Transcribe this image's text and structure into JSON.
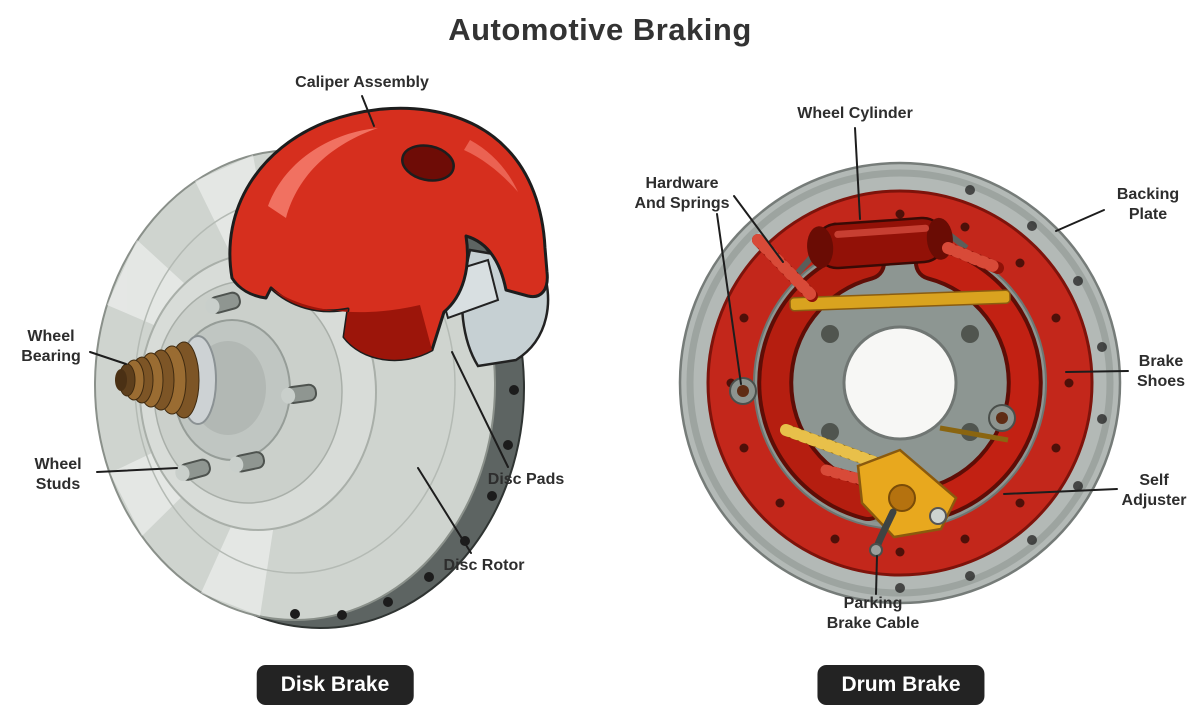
{
  "title": "Automotive Braking",
  "disk_brake": {
    "badge": "Disk Brake",
    "labels": {
      "caliper_assembly": "Caliper Assembly",
      "wheel_bearing": "Wheel\nBearing",
      "wheel_studs": "Wheel\nStuds",
      "disc_pads": "Disc Pads",
      "disc_rotor": "Disc Rotor"
    }
  },
  "drum_brake": {
    "badge": "Drum Brake",
    "labels": {
      "wheel_cylinder": "Wheel Cylinder",
      "hardware_and_springs": "Hardware\nAnd Springs",
      "backing_plate": "Backing\nPlate",
      "brake_shoes": "Brake\nShoes",
      "self_adjuster": "Self\nAdjuster",
      "parking_brake_cable": "Parking\nBrake Cable"
    }
  },
  "colors": {
    "caliper_red": "#d62f1e",
    "drum_red": "#c3271b",
    "shoe_red": "#b51e10",
    "metal_gray": "#cfd4cf",
    "spring_gold": "#d9a31f",
    "badge_background": "#232323",
    "label_text": "#2d2d2d"
  }
}
